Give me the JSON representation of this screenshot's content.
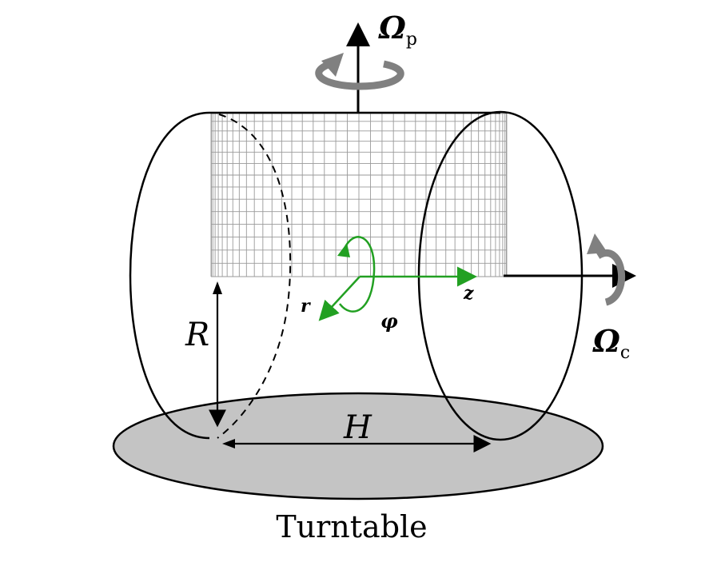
{
  "labels": {
    "omega_p_symbol": "Ω",
    "omega_p_sub": "p",
    "omega_c_symbol": "Ω",
    "omega_c_sub": "c",
    "radius": "R",
    "height": "H",
    "axis_r": "r",
    "axis_phi": "φ",
    "axis_z": "z",
    "turntable": "Turntable"
  },
  "colors": {
    "line": "#000000",
    "grid": "#9a9a9a",
    "rotation_arrow": "#808080",
    "turntable_fill": "#c4c4c4",
    "local_axes": "#22a022"
  }
}
